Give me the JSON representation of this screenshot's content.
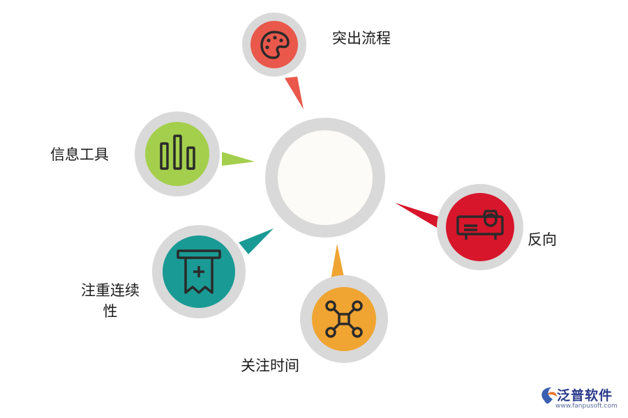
{
  "center": {
    "fill": "#fdfbf7",
    "ring": "#d9d9d9"
  },
  "nodes": [
    {
      "id": "top",
      "label": "突出流程",
      "icon": "palette-icon",
      "color": "#e9584b"
    },
    {
      "id": "left",
      "label": "信息工具",
      "icon": "bar-chart-icon",
      "color": "#a4cf4c"
    },
    {
      "id": "right",
      "label": "反向",
      "icon": "projector-icon",
      "color": "#d7162b"
    },
    {
      "id": "bottom-left",
      "label_line1": "注重连续",
      "label_line2": "性",
      "icon": "receipt-icon",
      "color": "#1a9a94"
    },
    {
      "id": "bottom",
      "label": "关注时间",
      "icon": "drone-icon",
      "color": "#f0a431"
    }
  ],
  "brand": {
    "name": "泛普软件",
    "url": "www.fanpusoft.com",
    "logo": "fanpu-logo-icon"
  }
}
